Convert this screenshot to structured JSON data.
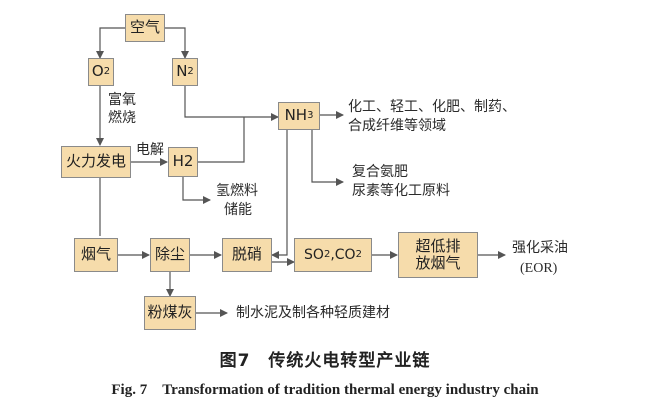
{
  "nodes": {
    "air": "空气",
    "o2": "O",
    "o2_sub": "2",
    "n2": "N",
    "n2_sub": "2",
    "nh3": "NH",
    "nh3_sub": "3",
    "power": "火力发电",
    "h2": "H2",
    "flue_gas": "烟气",
    "dust_removal": "除尘",
    "denitration": "脱硝",
    "so2": "SO",
    "so2_sub": "2",
    "co2_sep": ",CO",
    "co2_sub": "2",
    "ultra_low": "超低排放烟气",
    "fly_ash": "粉煤灰"
  },
  "labels": {
    "oxygen_rich": "富氧燃烧",
    "electrolysis": "电解",
    "chem_fields": [
      "化工、轻工、化肥、制药、",
      "合成纤维等领域"
    ],
    "compound_fertilizer": "复合氨肥",
    "urea": "尿素等化工原料",
    "hydrogen_fuel": [
      "氢燃料",
      "储能"
    ],
    "enhanced_oil": "强化采油",
    "eor": "(EOR)",
    "cement": "制水泥及制各种轻质建材"
  },
  "caption": {
    "cn": "图7　传统火电转型产业链",
    "en": "Fig. 7　Transformation of tradition thermal energy industry chain"
  },
  "colors": {
    "box_fill": "#f6dcab",
    "box_border": "#8a8a8a",
    "line": "#555555"
  }
}
